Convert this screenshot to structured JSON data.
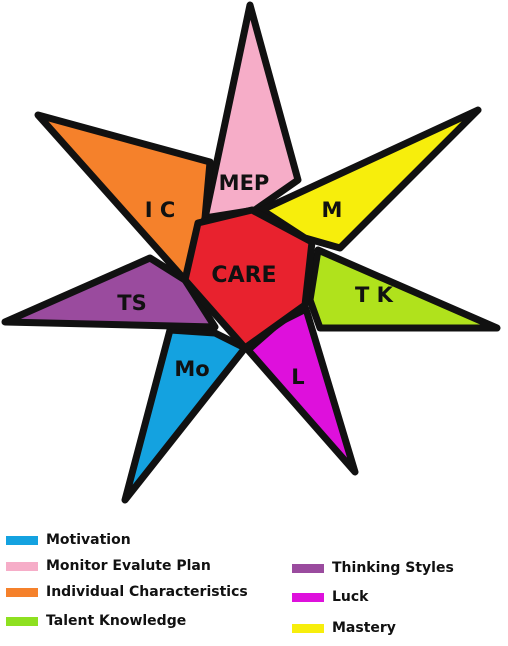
{
  "center": {
    "label": "CARE",
    "color": "#e8222e"
  },
  "points": [
    {
      "id": "mep",
      "label": "MEP",
      "color": "#f6adc8"
    },
    {
      "id": "m",
      "label": "M",
      "color": "#f7ee0c"
    },
    {
      "id": "tk",
      "label": "T K",
      "color": "#b0e21c"
    },
    {
      "id": "l",
      "label": "L",
      "color": "#de10dc"
    },
    {
      "id": "mo",
      "label": "Mo",
      "color": "#14a2e0"
    },
    {
      "id": "ts",
      "label": "TS",
      "color": "#9a4b9e"
    },
    {
      "id": "ic",
      "label": "I C",
      "color": "#f5812b"
    }
  ],
  "legend": [
    {
      "label": "Motivation",
      "color": "#14a2e0"
    },
    {
      "label": "Monitor Evalute Plan",
      "color": "#f6adc8"
    },
    {
      "label": "Individual Characteristics",
      "color": "#f5812b"
    },
    {
      "label": "Talent Knowledge",
      "color": "#8ee020"
    },
    {
      "label": "Thinking Styles",
      "color": "#9a4b9e"
    },
    {
      "label": "Luck",
      "color": "#de10dc"
    },
    {
      "label": "Mastery",
      "color": "#f7ee0c"
    }
  ]
}
